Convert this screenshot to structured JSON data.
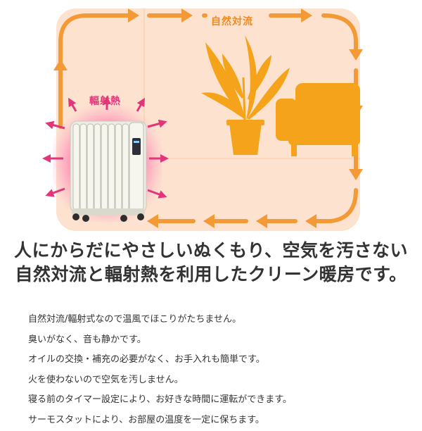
{
  "illustration": {
    "convection_label": "自然対流",
    "radiant_label": "輻射熱",
    "colors": {
      "room_fill": "#fde3cf",
      "arrow": "#f39a36",
      "furniture": "#f5a31a",
      "radiant": "#e3357a"
    },
    "icons": [
      "oil-heater-icon",
      "potted-plant-icon",
      "sofa-icon",
      "convection-arrow-icon",
      "radiant-arrow-icon"
    ]
  },
  "headline": {
    "line1": "人にからだにやさしいぬくもり、空気を汚さない",
    "line2": "自然対流と輻射熱を利用したクリーン暖房です。"
  },
  "features": [
    "自然対流/輻射式なので温風でほこりがたちません。",
    "臭いがなく、音も静かです。",
    "オイルの交換・補充の必要がなく、お手入れも簡単です。",
    "火を使わないので空気を汚しません。",
    "寝る前のタイマー設定により、お好きな時間に運転ができます。",
    "サーモスタットにより、お部屋の温度を一定に保ちます。"
  ]
}
